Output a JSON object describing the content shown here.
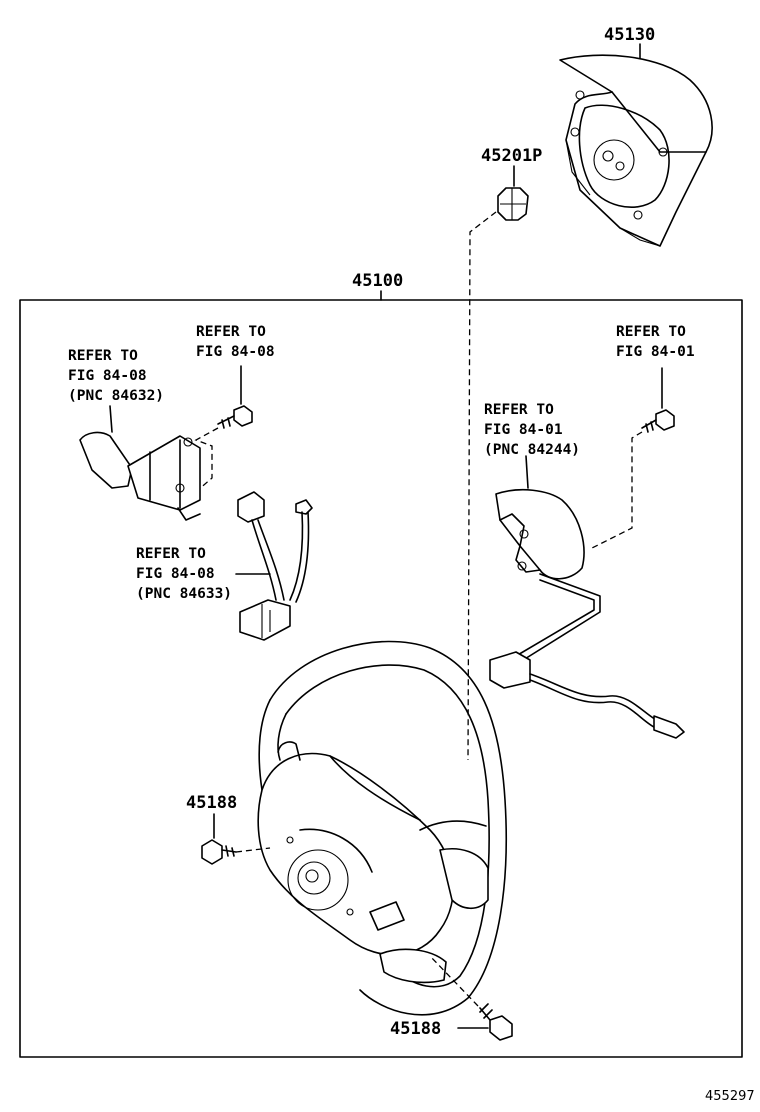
{
  "parts": {
    "p45130": "45130",
    "p45201p": "45201P",
    "p45100": "45100",
    "p45188_upper": "45188",
    "p45188_lower": "45188"
  },
  "refs": {
    "ref_fig_84_08_bolt": {
      "line1": "REFER TO",
      "line2": "FIG 84-08"
    },
    "ref_pnc_84632": {
      "line1": "REFER TO",
      "line2": "FIG 84-08",
      "line3": "(PNC 84632)"
    },
    "ref_pnc_84633": {
      "line1": "REFER TO",
      "line2": "FIG 84-08",
      "line3": "(PNC 84633)"
    },
    "ref_fig_84_01_bolt": {
      "line1": "REFER TO",
      "line2": "FIG 84-01"
    },
    "ref_pnc_84244": {
      "line1": "REFER TO",
      "line2": "FIG 84-01",
      "line3": "(PNC 84244)"
    }
  },
  "figure_id": "455297"
}
